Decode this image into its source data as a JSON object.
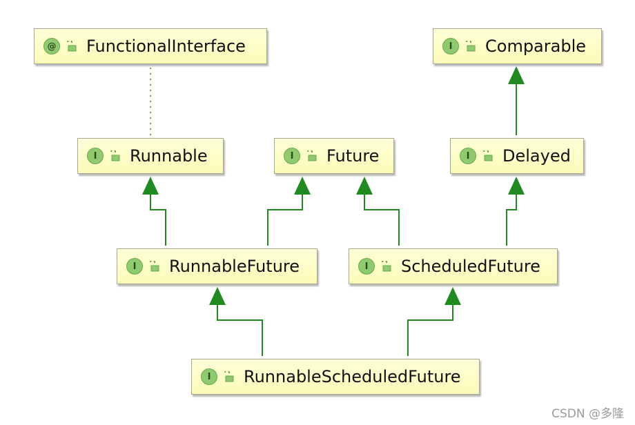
{
  "nodes": {
    "functional_interface": {
      "kind": "@",
      "label": "FunctionalInterface"
    },
    "comparable": {
      "kind": "I",
      "label": "Comparable"
    },
    "runnable": {
      "kind": "I",
      "label": "Runnable"
    },
    "future": {
      "kind": "I",
      "label": "Future"
    },
    "delayed": {
      "kind": "I",
      "label": "Delayed"
    },
    "runnable_future": {
      "kind": "I",
      "label": "RunnableFuture"
    },
    "scheduled_future": {
      "kind": "I",
      "label": "ScheduledFuture"
    },
    "runnable_scheduled_future": {
      "kind": "I",
      "label": "RunnableScheduledFuture"
    }
  },
  "edges": [
    {
      "from": "runnable",
      "to": "functional_interface",
      "type": "annotation"
    },
    {
      "from": "delayed",
      "to": "comparable",
      "type": "extends"
    },
    {
      "from": "runnable_future",
      "to": "runnable",
      "type": "extends"
    },
    {
      "from": "runnable_future",
      "to": "future",
      "type": "extends"
    },
    {
      "from": "scheduled_future",
      "to": "future",
      "type": "extends"
    },
    {
      "from": "scheduled_future",
      "to": "delayed",
      "type": "extends"
    },
    {
      "from": "runnable_scheduled_future",
      "to": "runnable_future",
      "type": "extends"
    },
    {
      "from": "runnable_scheduled_future",
      "to": "scheduled_future",
      "type": "extends"
    }
  ],
  "colors": {
    "edge": "#1f8a1f",
    "annotation_edge": "#8a9a2a",
    "node_fill": "#fbfbc2",
    "badge": "#8fca6e"
  },
  "icons": {
    "badge": "interface-badge-icon",
    "visibility": "public-lock-icon"
  },
  "watermark": "CSDN @多隆"
}
